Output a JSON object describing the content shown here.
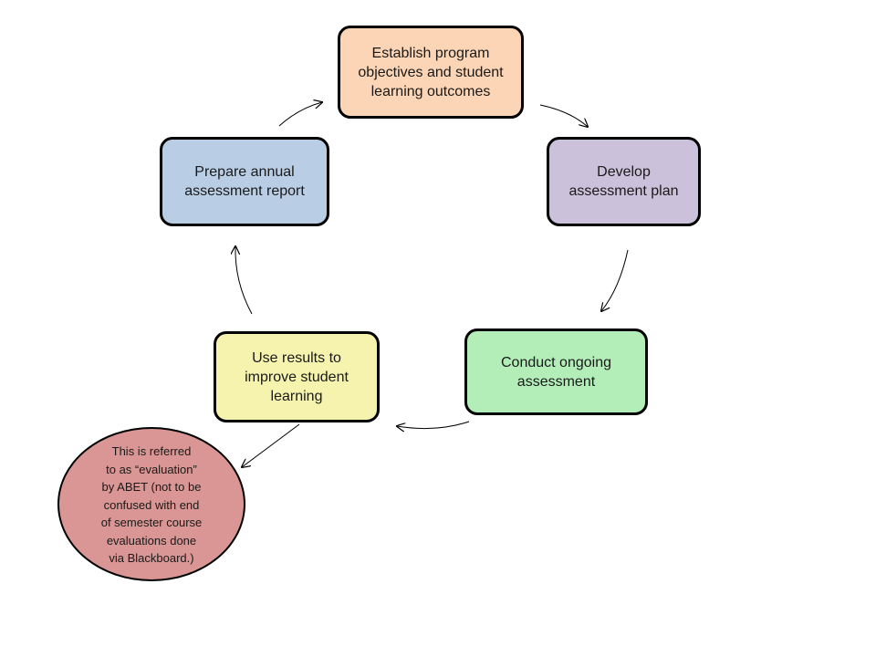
{
  "diagram": {
    "steps": [
      {
        "id": "objectives",
        "label": "Establish program\nobjectives and student\nlearning outcomes",
        "color": "#fbd5b5"
      },
      {
        "id": "plan",
        "label": "Develop\nassessment plan",
        "color": "#ccc1da"
      },
      {
        "id": "assessment",
        "label": "Conduct ongoing\nassessment",
        "color": "#b3eeb9"
      },
      {
        "id": "results",
        "label": "Use results to\nimprove student\nlearning",
        "color": "#f5f3ad"
      },
      {
        "id": "report",
        "label": "Prepare annual\nassessment report",
        "color": "#b9cde5"
      }
    ],
    "note": {
      "label": "This is referred\nto as “evaluation”\nby ABET (not to be\nconfused with end\nof semester course\nevaluations done\nvia Blackboard.)",
      "color": "#d99694"
    },
    "arrow_color": "#000000"
  }
}
